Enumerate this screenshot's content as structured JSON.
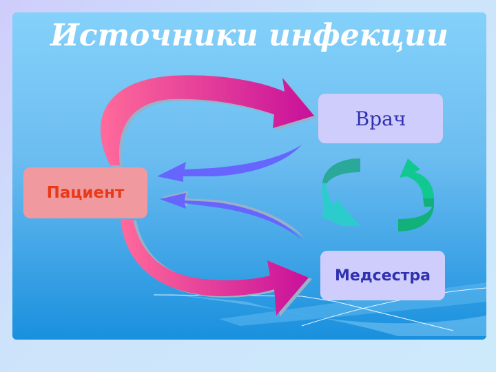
{
  "slide": {
    "title": "Источники инфекции",
    "nodes": {
      "doctor": "Врач",
      "patient": "Пациент",
      "nurse": "Медсестра"
    },
    "connections": [
      {
        "from": "Пациент",
        "to": "Врач",
        "style": "pink-gradient-arrow"
      },
      {
        "from": "Врач",
        "to": "Пациент",
        "style": "blue-violet-arrow"
      },
      {
        "from": "Медсестра",
        "to": "Пациент",
        "style": "blue-violet-arrow"
      },
      {
        "from": "Пациент",
        "to": "Медсестра",
        "style": "pink-gradient-arrow"
      },
      {
        "between": [
          "Врач",
          "Медсестра"
        ],
        "style": "green-cycle-arrows"
      }
    ],
    "colors": {
      "background": "#cde3fb",
      "panel_top": "#84d1fa",
      "panel_bottom": "#1990de",
      "title": "#ffffff",
      "node_fill_lavender": "#cfcdfb",
      "node_text_blue": "#3030b0",
      "patient_fill": "#f09aa0",
      "patient_text": "#e83a18",
      "arrow_pink_start": "#ff6a9a",
      "arrow_pink_end": "#c8109a",
      "arrow_violet": "#6666ff",
      "cycle_teal": "#2aa89a",
      "cycle_light_teal": "#2dcccc",
      "cycle_green": "#10c890"
    }
  }
}
